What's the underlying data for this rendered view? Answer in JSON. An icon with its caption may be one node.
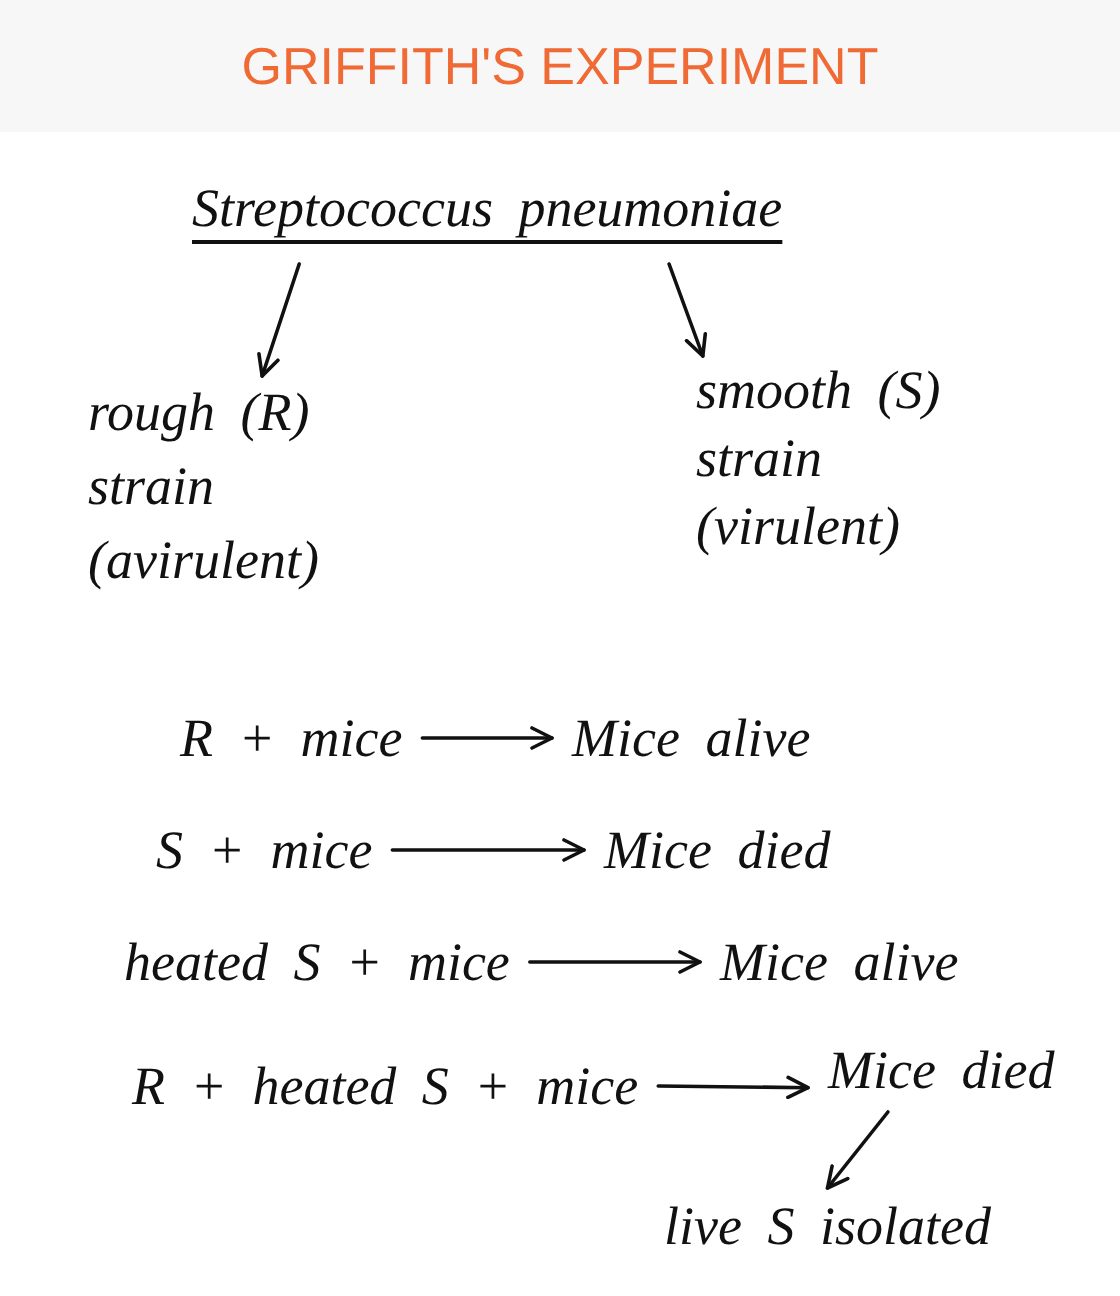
{
  "diagram": {
    "title": "GRIFFITH'S EXPERIMENT",
    "nodes": [
      {
        "text": [
          "Streptococcus pneumoniae"
        ]
      },
      {
        "text": [
          "rough (R) strain (avirulent)"
        ]
      },
      {
        "text": [
          "smooth (S) strain (virulent)"
        ]
      },
      {
        "text": [
          "R + mice"
        ]
      },
      {
        "text": [
          "Mice alive"
        ]
      },
      {
        "text": [
          "S + mice"
        ]
      },
      {
        "text": [
          "Mice died"
        ]
      },
      {
        "text": [
          "heated S + mice"
        ]
      },
      {
        "text": [
          "Mice alive"
        ]
      },
      {
        "text": [
          "R + heated S + mice"
        ]
      },
      {
        "text": [
          "Mice died"
        ]
      },
      {
        "text": [
          "live S isolated"
        ]
      }
    ],
    "edges": [
      {
        "from": 0,
        "to": 1,
        "arrow": "to"
      },
      {
        "from": 0,
        "to": 2,
        "arrow": "to"
      },
      {
        "from": 3,
        "to": 4,
        "arrow": "to"
      },
      {
        "from": 5,
        "to": 6,
        "arrow": "to"
      },
      {
        "from": 7,
        "to": 8,
        "arrow": "to"
      },
      {
        "from": 9,
        "to": 10,
        "arrow": "to"
      },
      {
        "from": 10,
        "to": 11,
        "arrow": "to"
      }
    ]
  }
}
